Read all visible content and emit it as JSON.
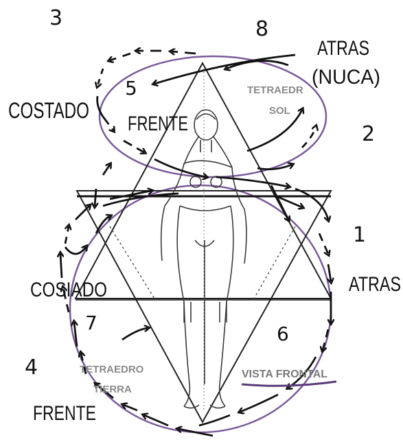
{
  "numbers": {
    "n1": "1",
    "n2": "2",
    "n3": "3",
    "n4": "4",
    "n5": "5",
    "n6": "6",
    "n7": "7",
    "n8": "8"
  },
  "labels": {
    "atras_nuca_line1": "ATRAS",
    "atras_nuca_line2": "(NUCA)",
    "costado_top": "COSTADO",
    "frente_top": "FRENTE",
    "costado_mid": "COSIADO",
    "atras_right": "ATRAS",
    "frente_bottom": "FRENTE",
    "tetraedro_sol_line1": "TETRAEDR",
    "tetraedro_sol_line2": "SOL",
    "tetraedro_tierra_line1": "TETRAEDRO",
    "tetraedro_tierra_line2": "TIERRA",
    "vista_frontal": "VISTA FRONTAL"
  },
  "colors": {
    "ink": "#111111",
    "line": "#222222",
    "purple": "#7a5a9a",
    "gray_text": "#8a8a8a",
    "figure": "#3a3a3a"
  }
}
